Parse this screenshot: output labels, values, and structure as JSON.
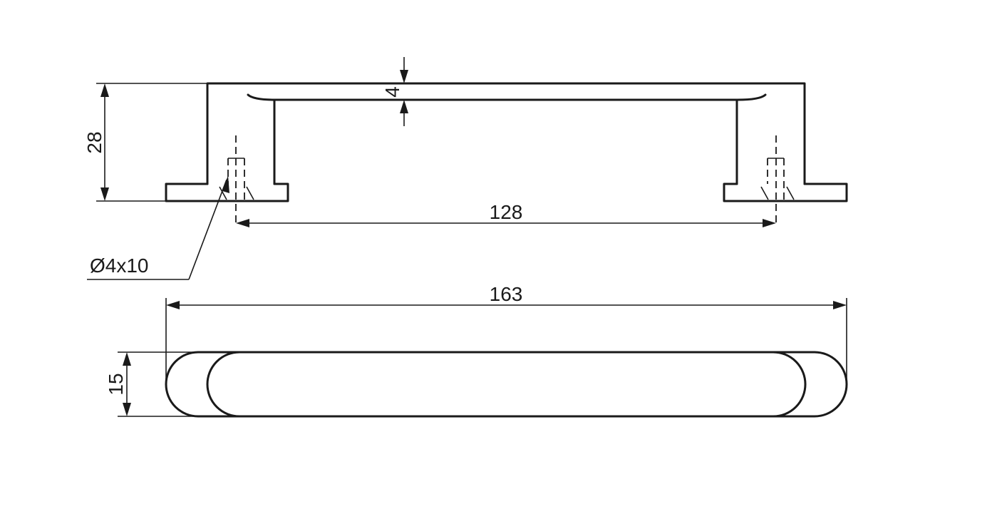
{
  "dimensions": {
    "height_label": "28",
    "wall_label": "4",
    "hole_spacing_label": "128",
    "screw_label": "Ø4x10",
    "length_label": "163",
    "width_label": "15"
  },
  "colors": {
    "line": "#1a1a1a",
    "background": "#ffffff"
  }
}
